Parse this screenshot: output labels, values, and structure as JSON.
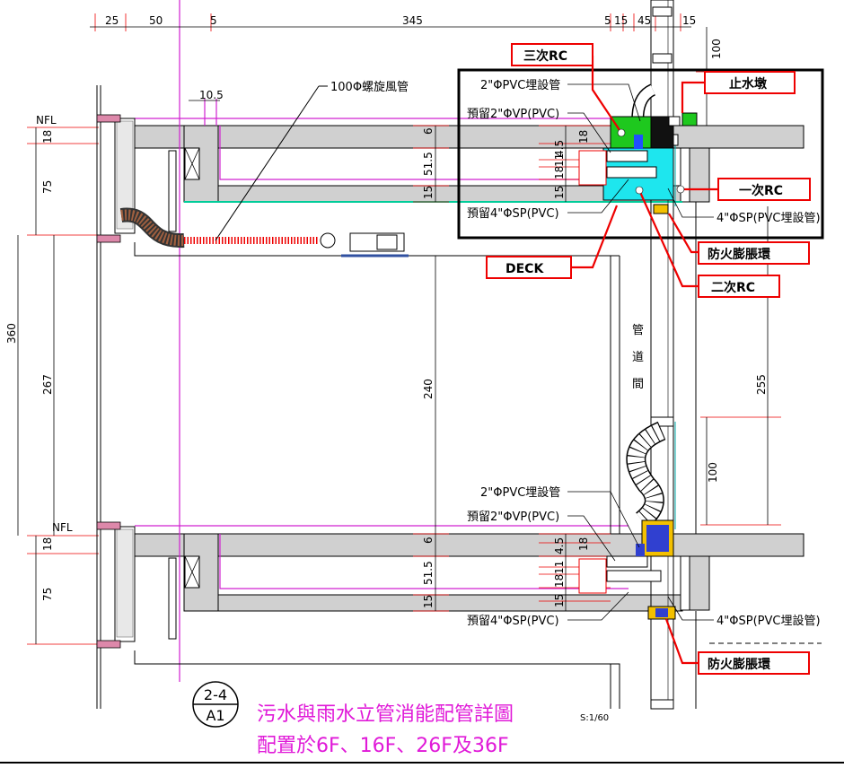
{
  "dims_top": {
    "d25": "25",
    "d50": "50",
    "d5a": "5",
    "d345": "345",
    "d5b": "5",
    "d15a": "15",
    "d45": "45",
    "d15b": "15",
    "d100": "100",
    "d105": "10.5"
  },
  "dims_left": {
    "nfl1": "NFL",
    "d18a": "18",
    "d75a": "75",
    "d360": "360",
    "d267": "267",
    "nfl2": "NFL",
    "d18b": "18",
    "d75b": "75"
  },
  "dims_mid": {
    "d6a": "6",
    "d515a": "51.5",
    "d15c": "15",
    "d240": "240",
    "d6b": "6",
    "d515b": "51.5",
    "d15d": "15",
    "d45a": "4.5",
    "d18c": "18",
    "d11a": "11",
    "d18d": "18",
    "d15e": "15",
    "d45b": "4.5",
    "d18e": "18",
    "d11b": "11",
    "d18f": "18",
    "d15f": "15"
  },
  "dims_right": {
    "d255": "255",
    "d100b": "100"
  },
  "labels": {
    "spiral_duct": "100Φ螺旋風管",
    "pvc_sleeve_top": "2\"ΦPVC埋設管",
    "vp_reserve_top": "預留2\"ΦVP(PVC)",
    "sp_reserve_top": "預留4\"ΦSP(PVC)",
    "sp_sleeve_top": "4\"ΦSP(PVC埋設管)",
    "pvc_sleeve_bot": "2\"ΦPVC埋設管",
    "vp_reserve_bot": "預留2\"ΦVP(PVC)",
    "sp_reserve_bot": "預留4\"ΦSP(PVC)",
    "sp_sleeve_bot": "4\"ΦSP(PVC埋設管)",
    "shaft_1": "管",
    "shaft_2": "道",
    "shaft_3": "間"
  },
  "callouts": {
    "rc3": "三次RC",
    "curb": "止水墩",
    "rc1": "一次RC",
    "fire1": "防火膨脹環",
    "deck": "DECK",
    "rc2": "二次RC",
    "fire2": "防火膨脹環"
  },
  "title_block": {
    "detail_no": "2-4",
    "sheet_no": "A1",
    "title": "污水與雨水立管消能配管詳圖",
    "scale": "S:1/60",
    "subtitle": "配置於6F、16F、26F及36F"
  }
}
